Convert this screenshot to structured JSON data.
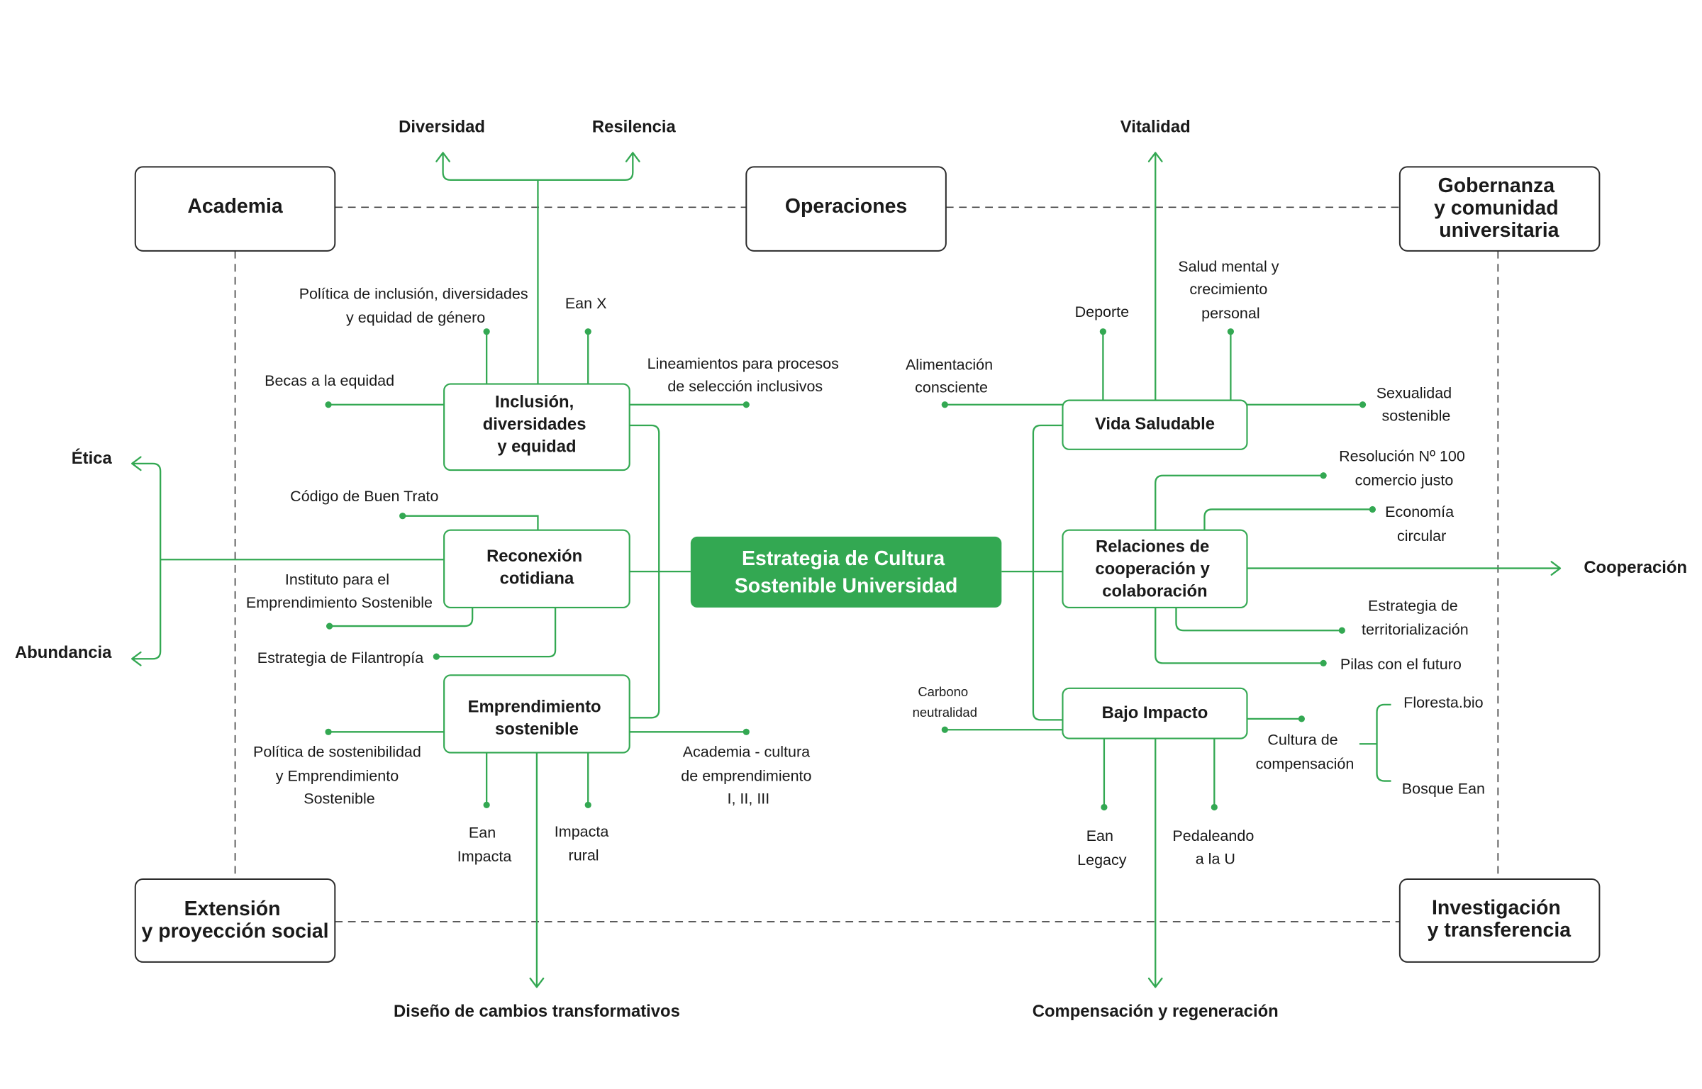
{
  "colors": {
    "accent": "#33a852",
    "ink": "#1a1a1a",
    "frame": "#2b2b2b",
    "center_text": "#ffffff"
  },
  "center": [
    "Estrategia de Cultura",
    "Sostenible Universidad"
  ],
  "pillars": {
    "academia": [
      "Academia"
    ],
    "operaciones": [
      "Operaciones"
    ],
    "gobernanza": [
      "Gobernanza",
      "y comunidad",
      "universitaria"
    ],
    "extension": [
      "Extensión",
      "y proyección social"
    ],
    "investigacion": [
      "Investigación",
      "y transferencia"
    ]
  },
  "left_branches": {
    "inclusion": {
      "title": [
        "Inclusión,",
        "diversidades",
        "y equidad"
      ],
      "politica_inclusion": [
        "Política de inclusión, diversidades",
        "y equidad de género"
      ],
      "ean_x": "Ean X",
      "becas": "Becas a la equidad",
      "lineamientos": [
        "Lineamientos para procesos",
        "de selección inclusivos"
      ]
    },
    "reconexion": {
      "title": [
        "Reconexión",
        "cotidiana"
      ],
      "codigo": "Código de Buen Trato",
      "instituto": [
        "Instituto para el",
        "Emprendimiento Sostenible"
      ],
      "filantropia": "Estrategia de Filantropía"
    },
    "emprendimiento": {
      "title": [
        "Emprendimiento",
        "sostenible"
      ],
      "politica_sostenibilidad": [
        "Política de sostenibilidad",
        "y Emprendimiento",
        "Sostenible"
      ],
      "academia_cultura": [
        "Academia - cultura",
        "de emprendimiento",
        "I, II, III"
      ],
      "ean_impacta": [
        "Ean",
        "Impacta"
      ],
      "impacta_rural": [
        "Impacta",
        "rural"
      ]
    }
  },
  "right_branches": {
    "vida": {
      "title": "Vida Saludable",
      "deporte": "Deporte",
      "salud_mental": [
        "Salud mental y",
        "crecimiento",
        "personal"
      ],
      "alimentacion": [
        "Alimentación",
        "consciente"
      ],
      "sexualidad": [
        "Sexualidad",
        "sostenible"
      ]
    },
    "relaciones": {
      "title": [
        "Relaciones de",
        "cooperación y",
        "colaboración"
      ],
      "resolucion": [
        "Resolución Nº 100",
        "comercio justo"
      ],
      "economia": [
        "Economía",
        "circular"
      ],
      "territorializacion": [
        "Estrategia de",
        "territorialización"
      ],
      "pilas": "Pilas con el futuro"
    },
    "bajo_impacto": {
      "title": "Bajo Impacto",
      "carbono": [
        "Carbono",
        "neutralidad"
      ],
      "cultura_compensacion": [
        "Cultura de",
        "compensación"
      ],
      "floresta": "Floresta.bio",
      "bosque": "Bosque Ean",
      "ean_legacy": [
        "Ean",
        "Legacy"
      ],
      "pedaleando": [
        "Pedaleando",
        "a la U"
      ]
    }
  },
  "outcomes": {
    "diversidad": "Diversidad",
    "resilencia": "Resilencia",
    "etica": "Ética",
    "abundancia": "Abundancia",
    "disenio": "Diseño de cambios transformativos",
    "vitalidad": "Vitalidad",
    "cooperacion": "Cooperación",
    "compensacion": "Compensación y regeneración"
  }
}
